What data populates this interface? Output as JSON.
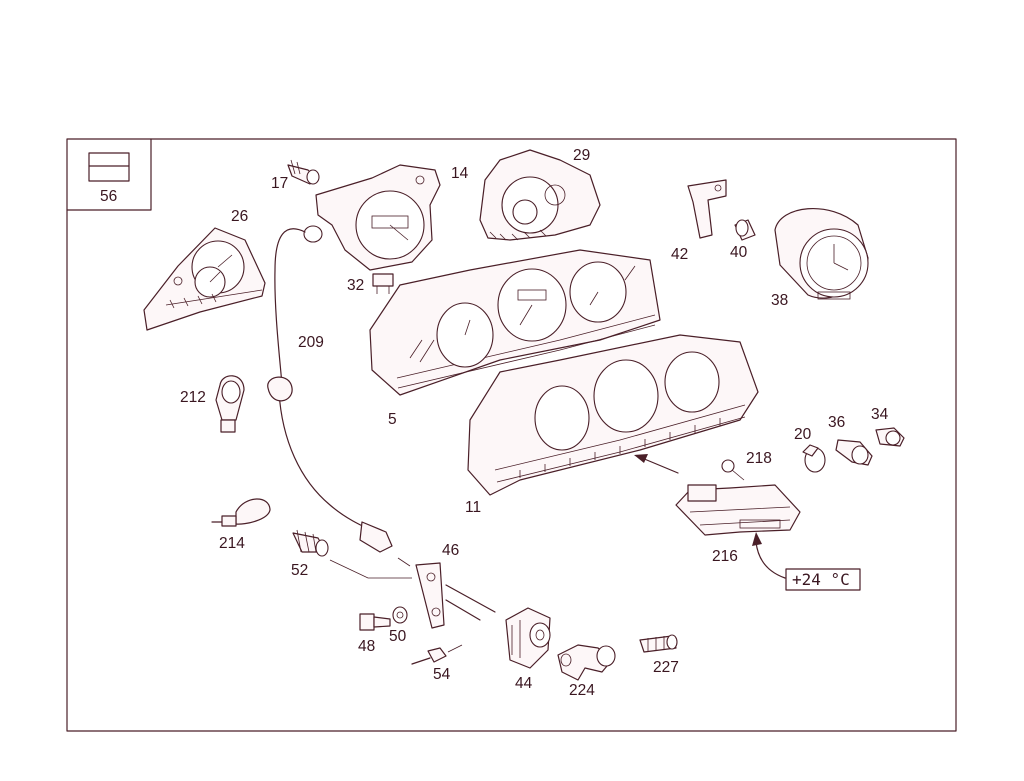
{
  "callouts": {
    "c56": "56",
    "c26": "26",
    "c17": "17",
    "c14": "14",
    "c29": "29",
    "c32": "32",
    "c209": "209",
    "c42": "42",
    "c40": "40",
    "c38": "38",
    "c212": "212",
    "c5": "5",
    "c11": "11",
    "c20": "20",
    "c36": "36",
    "c34": "34",
    "c218": "218",
    "c214": "214",
    "c46": "46",
    "c52": "52",
    "c216": "216",
    "c48": "48",
    "c50": "50",
    "c54": "54",
    "c44": "44",
    "c224": "224",
    "c227": "227"
  },
  "display": {
    "temperature": "+24 °C"
  },
  "colors": {
    "line": "#4a1f28",
    "text": "#3a1620",
    "background": "#ffffff"
  }
}
